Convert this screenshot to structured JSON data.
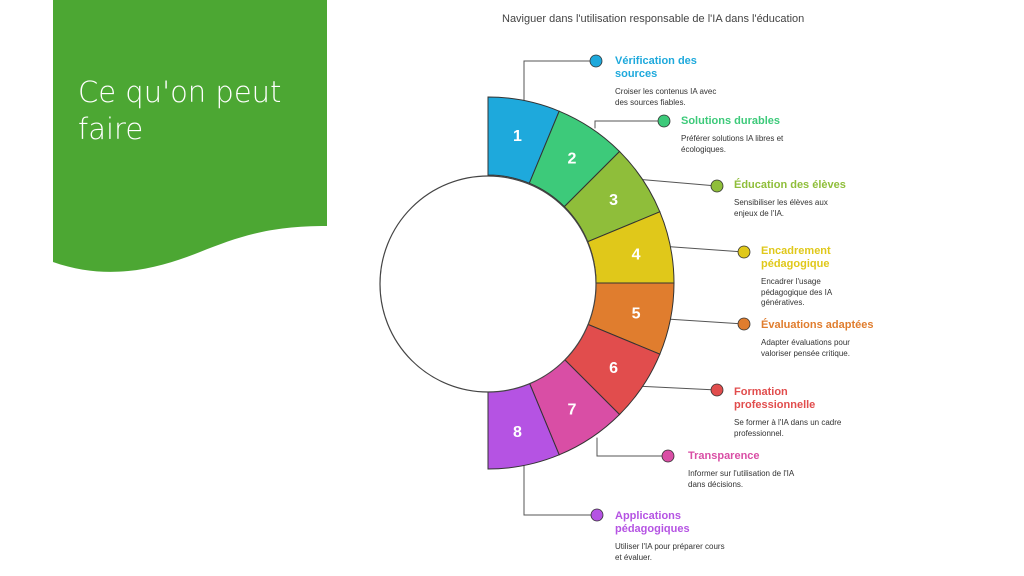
{
  "slide": {
    "title": "Ce qu'on peut\nfaire",
    "panel_color": "#4ca733"
  },
  "diagram": {
    "title": "Naviguer dans l'utilisation responsable de l'IA dans l'éducation",
    "items": [
      {
        "number": "1",
        "title": "Vérification des sources",
        "description": "Croiser les contenus IA avec des sources fiables.",
        "color": "#1ea9dc"
      },
      {
        "number": "2",
        "title": "Solutions durables",
        "description": "Préférer solutions IA libres et écologiques.",
        "color": "#3dca7a"
      },
      {
        "number": "3",
        "title": "Éducation des élèves",
        "description": "Sensibiliser les élèves aux enjeux de l'IA.",
        "color": "#8fbe3a"
      },
      {
        "number": "4",
        "title": "Encadrement pédagogique",
        "description": "Encadrer l'usage pédagogique des IA génératives.",
        "color": "#e0c81a"
      },
      {
        "number": "5",
        "title": "Évaluations adaptées",
        "description": "Adapter évaluations pour valoriser pensée critique.",
        "color": "#e07d2e"
      },
      {
        "number": "6",
        "title": "Formation professionnelle",
        "description": "Se former à l'IA dans un cadre professionnel.",
        "color": "#e14d4d"
      },
      {
        "number": "7",
        "title": "Transparence",
        "description": "Informer sur l'utilisation de l'IA dans décisions.",
        "color": "#d94ea5"
      },
      {
        "number": "8",
        "title": "Applications pédagogiques",
        "description": "Utiliser l'IA pour préparer cours et évaluer.",
        "color": "#b553e3"
      }
    ]
  }
}
